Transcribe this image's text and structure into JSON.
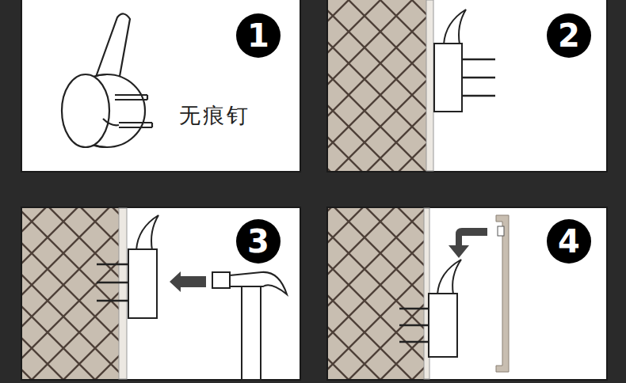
{
  "diagram": {
    "nodes": [
      {
        "text": [
          "1"
        ]
      },
      {
        "text": [
          "2"
        ]
      },
      {
        "text": [
          "3"
        ]
      },
      {
        "text": [
          "4"
        ]
      }
    ],
    "labels": [
      "无痕钉"
    ]
  }
}
